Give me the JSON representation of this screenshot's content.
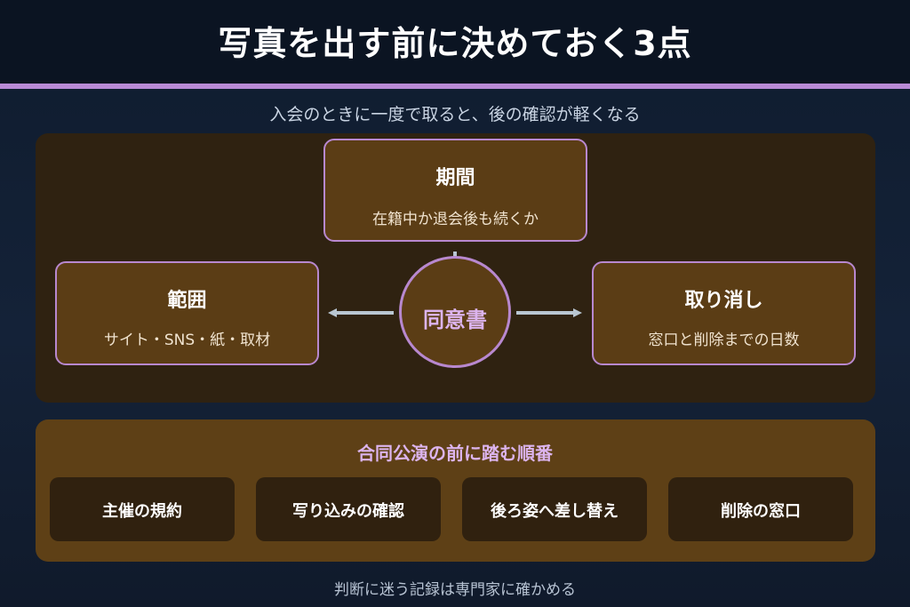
{
  "title": "写真を出す前に決めておく3点",
  "subtitle": "入会のときに一度で取ると、後の確認が軽くなる",
  "center": {
    "label": "同意書"
  },
  "boxes": {
    "period": {
      "title": "期間",
      "desc": "在籍中か退会後も続くか"
    },
    "scope": {
      "title": "範囲",
      "desc": "サイト・SNS・紙・取材"
    },
    "cancel": {
      "title": "取り消し",
      "desc": "窓口と削除までの日数"
    }
  },
  "order": {
    "title": "合同公演の前に踏む順番",
    "steps": [
      "主催の規約",
      "写り込みの確認",
      "後ろ姿へ差し替え",
      "削除の窓口"
    ]
  },
  "footer": "判断に迷う記録は専門家に確かめる",
  "colors": {
    "accent": "#b98ad6",
    "box_fill": "#5b3d15",
    "panel_dark": "#2f2211",
    "panel_brown": "#5e4016",
    "arrow": "#b9c6d2"
  }
}
